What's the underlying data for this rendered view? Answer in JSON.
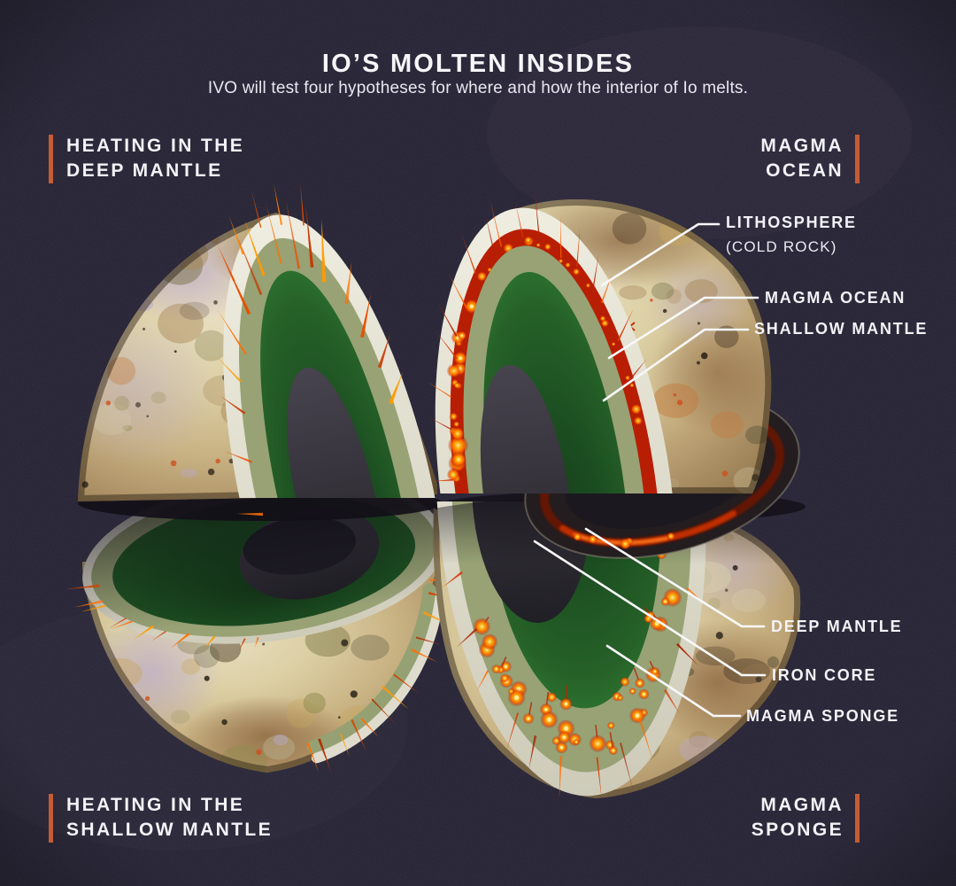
{
  "header": {
    "title": "IO’S MOLTEN INSIDES",
    "subtitle": "IVO will test four hypotheses for where and how the interior of Io melts."
  },
  "quadrant_labels": {
    "top_left": {
      "line1": "HEATING IN THE",
      "line2": "DEEP MANTLE"
    },
    "top_right": {
      "line1": "MAGMA",
      "line2": "OCEAN"
    },
    "bottom_left": {
      "line1": "HEATING IN THE",
      "line2": "SHALLOW MANTLE"
    },
    "bottom_right": {
      "line1": "MAGMA",
      "line2": "SPONGE"
    }
  },
  "callouts": {
    "lithosphere": {
      "label": "LITHOSPHERE",
      "sublabel": "(COLD ROCK)"
    },
    "magma_ocean": {
      "label": "MAGMA OCEAN"
    },
    "shallow_mantle": {
      "label": "SHALLOW MANTLE"
    },
    "deep_mantle": {
      "label": "DEEP MANTLE"
    },
    "iron_core": {
      "label": "IRON CORE"
    },
    "magma_sponge": {
      "label": "MAGMA SPONGE"
    }
  },
  "colors": {
    "background": "#262334",
    "accent": "#c75b34",
    "text": "#f3f2f6",
    "leader_line": "#f8f8f8",
    "lithosphere_cream": "#e0ddcd",
    "shallow_mantle_sage": "#98a275",
    "deep_mantle_green": "#2c682e",
    "iron_core_gray": "#36343e",
    "magma_red": "#b81e04",
    "magma_glow_orange": "#ff8c00",
    "io_surface_tan": "#d3bd92"
  }
}
